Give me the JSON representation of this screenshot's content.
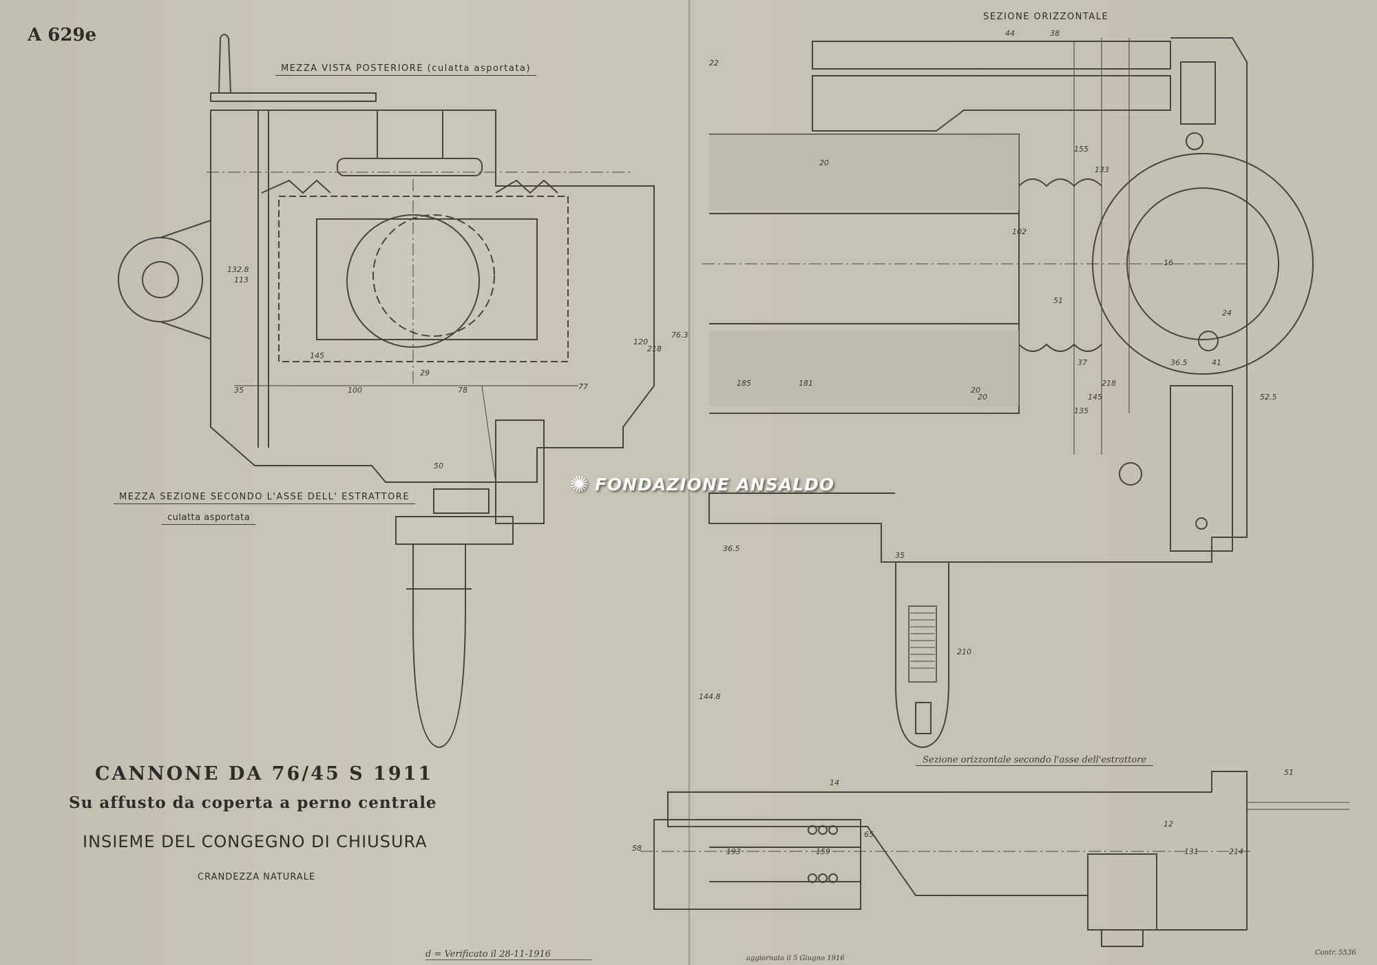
{
  "drawing_code": "A 629e",
  "views": {
    "rear_half_view": "MEZZA VISTA POSTERIORE (culatta asportata)",
    "horizontal_section": "SEZIONE ORIZZONTALE",
    "half_section": "MEZZA SEZIONE SECONDO L'ASSE DELL' ESTRATTORE",
    "half_section_note": "culatta asportata",
    "extractor_section": "Sezione orizzontale secondo l'asse dell'estrattore"
  },
  "title_block": {
    "title": "CANNONE DA 76/45 S 1911",
    "subtitle": "Su affusto da coperta a perno centrale",
    "assembly": "INSIEME DEL CONGEGNO DI CHIUSURA",
    "scale": "CRANDEZZA NATURALE"
  },
  "annotations": {
    "verified": "d = Verificato il 28-11-1916",
    "updated": "aggiornato il 5 Giugno 1916",
    "contr": "Contr. 5536"
  },
  "watermark": "FONDAZIONE ANSALDO",
  "dimensions": [
    "44",
    "38",
    "22",
    "20",
    "155",
    "133",
    "102",
    "51",
    "37",
    "16",
    "24",
    "36.5",
    "41",
    "52.5",
    "218",
    "145",
    "135",
    "20",
    "185",
    "181",
    "35",
    "100",
    "78",
    "77",
    "113",
    "132.8",
    "145",
    "218",
    "76.3",
    "120",
    "50",
    "29",
    "20",
    "36.5",
    "35",
    "210",
    "144.8",
    "14",
    "65",
    "159",
    "193",
    "58",
    "51",
    "12",
    "131",
    "214"
  ]
}
